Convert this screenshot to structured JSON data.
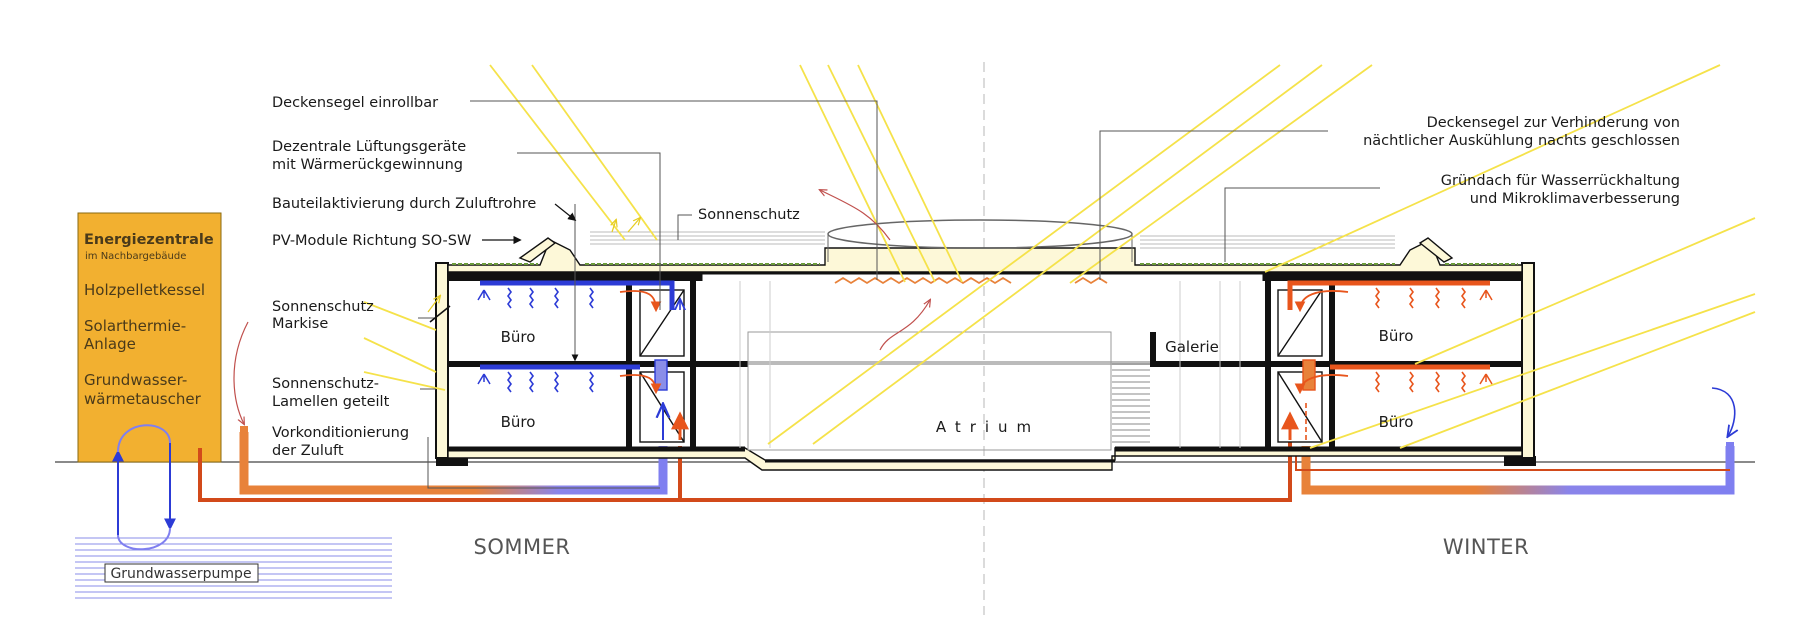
{
  "energy_center": {
    "title": "Energiezentrale",
    "subtitle": "im Nachbargebäude",
    "items": [
      "Holzpelletkessel",
      "Solarthermie-",
      "Anlage",
      "Grundwasser-",
      "wärmetauscher"
    ]
  },
  "left_labels": {
    "deckensegel": "Deckensegel einrollbar",
    "lueftung_1": "Dezentrale Lüftungsgeräte",
    "lueftung_2": "mit Wärmerückgewinnung",
    "bauteil": "Bauteilaktivierung durch Zuluftrohre",
    "pv": "PV-Module Richtung SO-SW",
    "sonnenschutz": "Sonnenschutz",
    "markise_1": "Sonnenschutz",
    "markise_2": "Markise",
    "lamellen_1": "Sonnenschutz-",
    "lamellen_2": "Lamellen geteilt",
    "vorkond_1": "Vorkonditionierung",
    "vorkond_2": "der Zuluft"
  },
  "right_labels": {
    "deckensegel_1": "Deckensegel zur Verhinderung von",
    "deckensegel_2": "nächtlicher Auskühlung nachts geschlossen",
    "gruendach_1": "Gründach für Wasserrückhaltung",
    "gruendach_2": "und Mikroklimaverbesserung"
  },
  "rooms": {
    "buero_sommer_oben": "Büro",
    "buero_sommer_unten": "Büro",
    "buero_winter_oben": "Büro",
    "buero_winter_unten": "Büro",
    "galerie": "Galerie",
    "atrium": "Atrium"
  },
  "seasons": {
    "left": "SOMMER",
    "right": "WINTER"
  },
  "pump_label": "Grundwasserpumpe",
  "colors": {
    "energy_box": "#f2b030",
    "sun_rays": "#f5e24a",
    "cool_air": "#2c3bd6",
    "warm_air": "#e8551c",
    "pipe_warm": "#d24a1a",
    "pipe_orange": "#e8823a",
    "pipe_blue": "#7f7ff0",
    "groundwater": "#8a8ee8",
    "facade": "#fdf8d8",
    "structure": "#111111",
    "green_roof": "#6a9a3a"
  }
}
